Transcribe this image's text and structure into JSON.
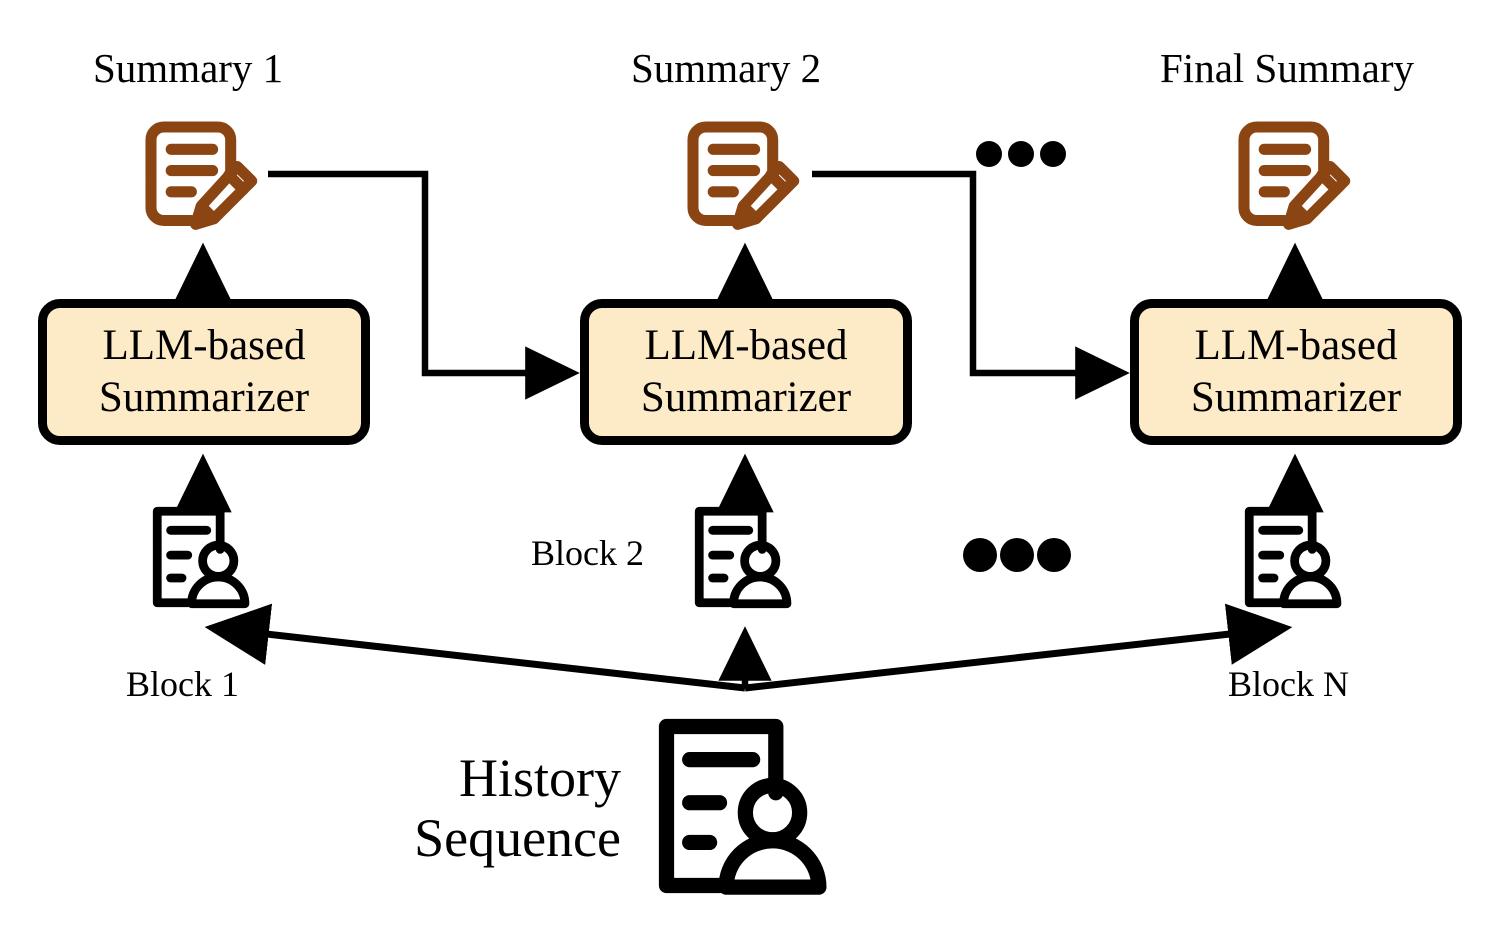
{
  "diagram": {
    "title": "Hierarchical LLM-based history summarization pipeline",
    "colors": {
      "summary_icon": "#8B4513",
      "box_fill": "#FCEBC6",
      "box_border": "#000000",
      "stroke": "#000000",
      "background": "#FFFFFF"
    },
    "summaries": [
      {
        "label": "Summary 1",
        "icon": "document-pencil-icon"
      },
      {
        "label": "Summary 2",
        "icon": "document-pencil-icon"
      },
      {
        "label": "Final Summary",
        "icon": "document-pencil-icon"
      }
    ],
    "summarizers": [
      {
        "line1": "LLM-based",
        "line2": "Summarizer"
      },
      {
        "line1": "LLM-based",
        "line2": "Summarizer"
      },
      {
        "line1": "LLM-based",
        "line2": "Summarizer"
      }
    ],
    "blocks": [
      {
        "label": "Block 1",
        "icon": "document-person-icon"
      },
      {
        "label": "Block 2",
        "icon": "document-person-icon"
      },
      {
        "label": "Block N",
        "icon": "document-person-icon"
      }
    ],
    "source": {
      "line1": "History",
      "line2": "Sequence",
      "icon": "document-person-icon"
    },
    "ellipses": [
      {
        "name": "summary-ellipsis",
        "dots": 3
      },
      {
        "name": "block-ellipsis",
        "dots": 3
      }
    ]
  }
}
